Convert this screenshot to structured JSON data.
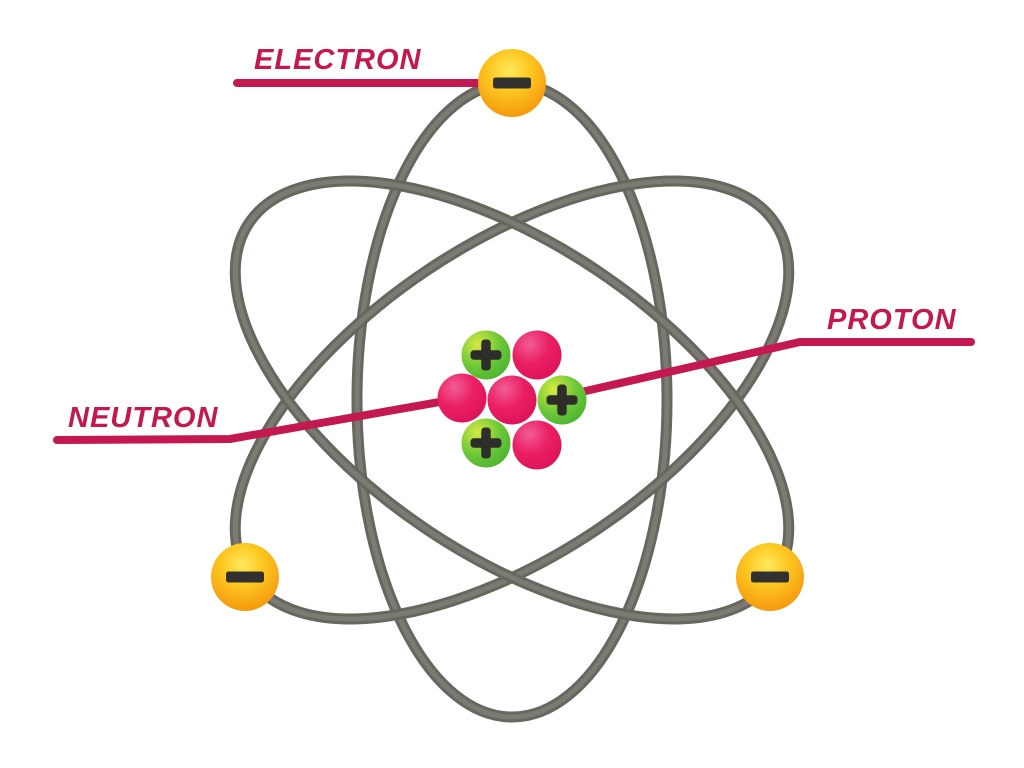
{
  "figure": {
    "type": "atom-structure-diagram",
    "background": "#FFFFFF"
  },
  "labels": {
    "electron": "ELECTRON",
    "proton": "PROTON",
    "neutron": "NEUTRON"
  },
  "symbols": {
    "electron": "minus",
    "proton": "plus"
  },
  "counts": {
    "orbits": 3,
    "electrons": 3,
    "protons": 3,
    "neutrons": 4
  },
  "colors": {
    "label": "#C31950",
    "pointer": "#C31950",
    "orbit_edge": "#67665F",
    "orbit_core": "#7B7A73",
    "symbol_dark": "#2E2D2A",
    "minus_dark": "#333130",
    "electron_stop_0": "#FFE95C",
    "electron_stop_1": "#FDC822",
    "electron_stop_2": "#F6A112",
    "electron_stop_3": "#EF8D04",
    "neutron_stop_0": "#F25D94",
    "neutron_stop_1": "#EA1E63",
    "neutron_stop_2": "#D81058",
    "proton_stop_0": "#D7EA42",
    "proton_stop_1": "#6FC838",
    "proton_stop_2": "#3FAD2F"
  }
}
